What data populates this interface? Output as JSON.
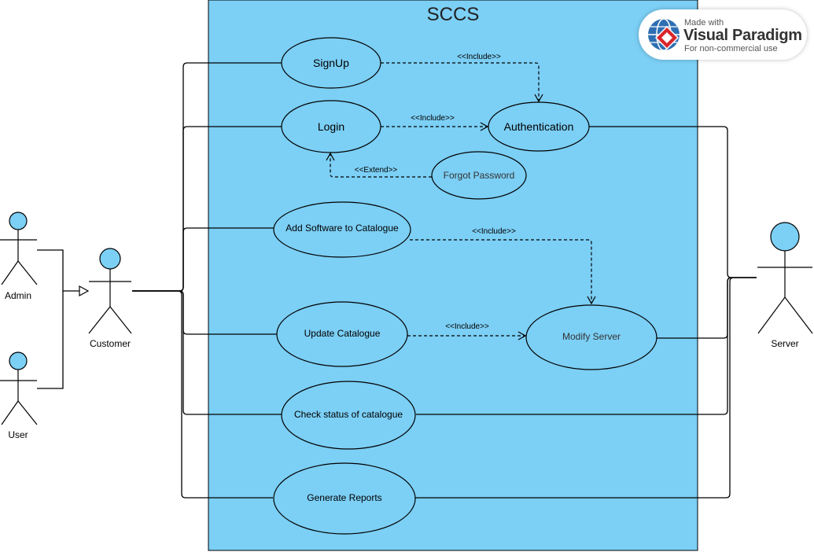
{
  "system": {
    "title": "SCCS",
    "fill": "#7ccff5"
  },
  "actors": {
    "admin": "Admin",
    "user": "User",
    "customer": "Customer",
    "server": "Server"
  },
  "use_cases": {
    "signup": "SignUp",
    "login": "Login",
    "authentication": "Authentication",
    "forgot_password": "Forgot Password",
    "add_software": "Add Software to Catalogue",
    "update_catalogue": "Update Catalogue",
    "modify_server": "Modify Server",
    "check_status": "Check status of catalogue",
    "generate_reports": "Generate Reports"
  },
  "relations": {
    "include": "<<Include>>",
    "extend": "<<Extend>>"
  },
  "watermark": {
    "made_with": "Made with",
    "brand": "Visual Paradigm",
    "sub": "For non-commercial use"
  },
  "colors": {
    "actor_head": "#7ccff5",
    "stroke": "#000000"
  }
}
